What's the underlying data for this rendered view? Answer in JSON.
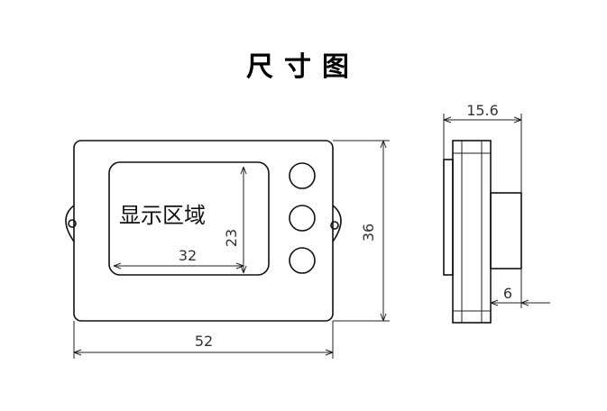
{
  "title": "尺寸图",
  "display_area_label": "显示区域",
  "dimensions": {
    "screen_width": "32",
    "screen_height": "23",
    "overall_width": "52",
    "overall_height": "36",
    "depth": "15.6",
    "protrusion": "6"
  },
  "colors": {
    "line": "#111111",
    "text": "#333333",
    "background": "#ffffff"
  }
}
